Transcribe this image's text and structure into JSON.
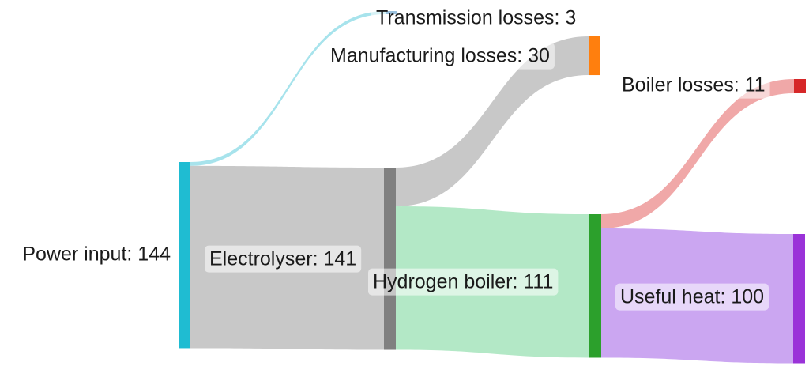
{
  "chart_data": {
    "type": "sankey",
    "units": "",
    "nodes": [
      {
        "id": "power",
        "label": "Power input: 144",
        "value": 144,
        "color": "#1fbcd2"
      },
      {
        "id": "electrolyser",
        "label": "Electrolyser: 141",
        "value": 141,
        "color": "#808080"
      },
      {
        "id": "transmission",
        "label": "Transmission losses: 3",
        "value": 3,
        "color": "#1f77b4"
      },
      {
        "id": "manufacturing",
        "label": "Manufacturing losses: 30",
        "value": 30,
        "color": "#ff7f0e"
      },
      {
        "id": "boiler",
        "label": "Hydrogen boiler: 111",
        "value": 111,
        "color": "#2ca02c"
      },
      {
        "id": "boilerloss",
        "label": "Boiler losses: 11",
        "value": 11,
        "color": "#d62728"
      },
      {
        "id": "useful",
        "label": "Useful heat: 100",
        "value": 100,
        "color": "#9a32d8"
      }
    ],
    "links": [
      {
        "source": "power",
        "target": "transmission",
        "value": 3,
        "color": "#a7e3ec"
      },
      {
        "source": "power",
        "target": "electrolyser",
        "value": 141,
        "color": "#c8c8c8"
      },
      {
        "source": "electrolyser",
        "target": "manufacturing",
        "value": 30,
        "color": "#c8c8c8"
      },
      {
        "source": "electrolyser",
        "target": "boiler",
        "value": 111,
        "color": "#b3e8c6"
      },
      {
        "source": "boiler",
        "target": "boilerloss",
        "value": 11,
        "color": "#f0a8a8"
      },
      {
        "source": "boiler",
        "target": "useful",
        "value": 100,
        "color": "#cba6f1"
      }
    ]
  }
}
